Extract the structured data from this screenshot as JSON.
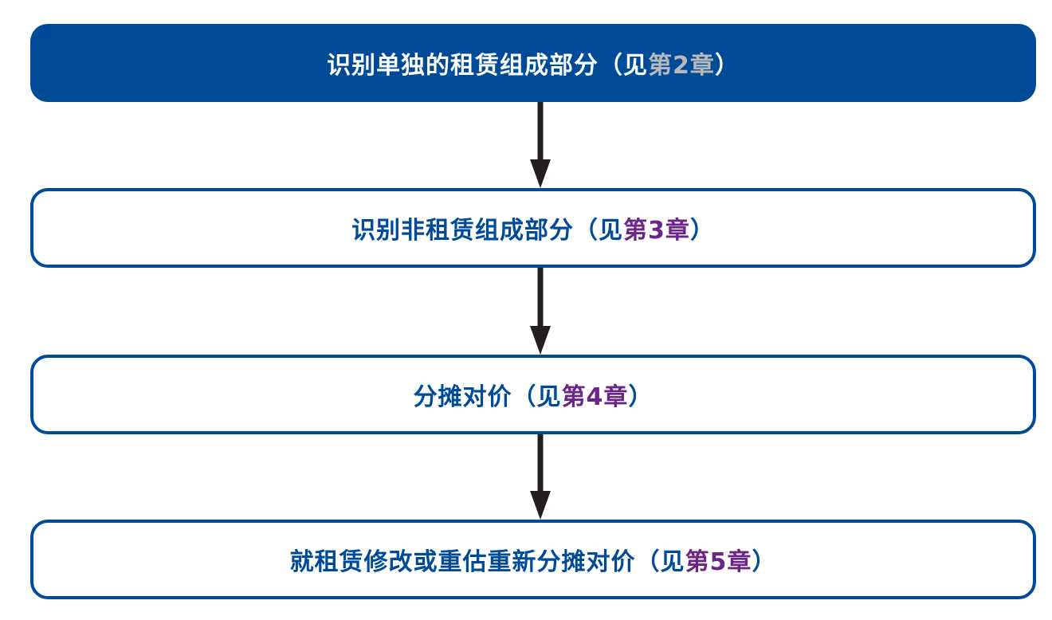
{
  "steps": [
    {
      "text": "识别单独的租赁组成部分（见",
      "ref": "第2章",
      "close": "）"
    },
    {
      "text": "识别非租赁组成部分（见",
      "ref": "第3章",
      "close": "）"
    },
    {
      "text": "分摊对价（见",
      "ref": "第4章",
      "close": "）"
    },
    {
      "text": "就租赁修改或重估重新分摊对价（见",
      "ref": "第5章",
      "close": "）"
    }
  ],
  "colors": {
    "primary_blue": "#004b98",
    "chapter_ref_first": "#b7b9bd",
    "chapter_ref": "#6c2486",
    "arrow": "#231f20"
  }
}
